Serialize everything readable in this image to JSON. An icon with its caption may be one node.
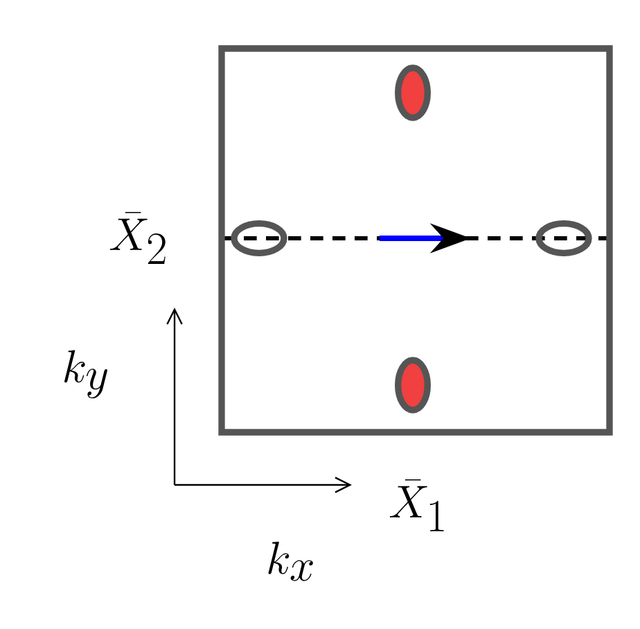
{
  "diagram": {
    "labels": [
      "\\bar{X}_2",
      "k_y",
      "\\bar{X}_1",
      "k_x"
    ]
  }
}
